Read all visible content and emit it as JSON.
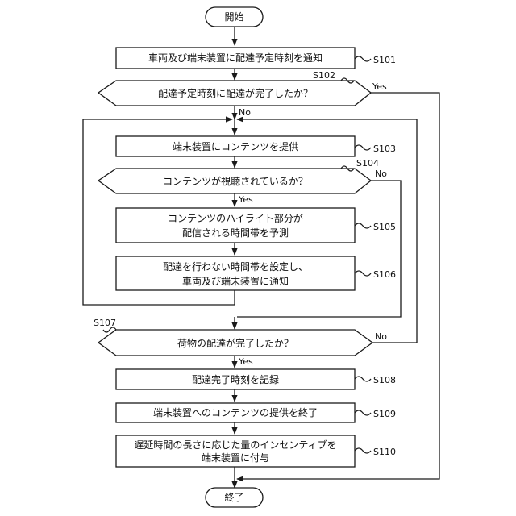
{
  "nodes": {
    "start": "開始",
    "end": "終了",
    "s101": "車両及び端末装置に配達予定時刻を通知",
    "s102": "配達予定時刻に配達が完了したか？",
    "s103": "端末装置にコンテンツを提供",
    "s104": "コンテンツが視聴されているか？",
    "s105_line1": "コンテンツのハイライト部分が",
    "s105_line2": "配信される時間帯を予測",
    "s106_line1": "配達を行わない時間帯を設定し、",
    "s106_line2": "車両及び端末装置に通知",
    "s107": "荷物の配達が完了したか？",
    "s108": "配達完了時刻を記録",
    "s109": "端末装置へのコンテンツの提供を終了",
    "s110_line1": "遅延時間の長さに応じた量のインセンティブを",
    "s110_line2": "端末装置に付与"
  },
  "steps": {
    "s101": "S101",
    "s102": "S102",
    "s103": "S103",
    "s104": "S104",
    "s105": "S105",
    "s106": "S106",
    "s107": "S107",
    "s108": "S108",
    "s109": "S109",
    "s110": "S110"
  },
  "branches": {
    "s102_yes": "Yes",
    "s102_no": "No",
    "s104_yes": "Yes",
    "s104_no": "No",
    "s107_yes": "Yes",
    "s107_no": "No"
  }
}
